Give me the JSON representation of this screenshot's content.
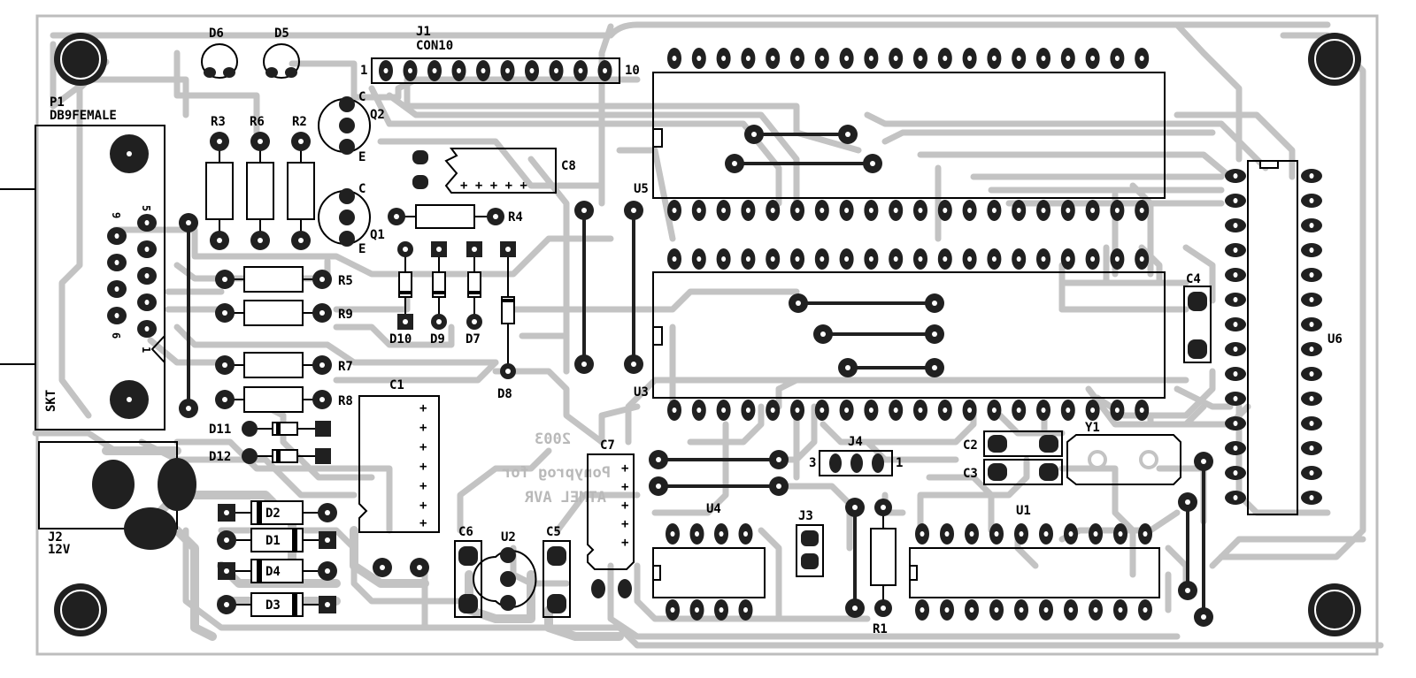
{
  "board": {
    "refdes": {
      "d6": "D6",
      "d5": "D5",
      "j1": "J1",
      "j1_value": "CON10",
      "j1_pin1": "1",
      "j1_pin10": "10",
      "p1": "P1",
      "p1_value": "DB9FEMALE",
      "skt": "SKT",
      "p1_pin5": "5",
      "p1_pin9": "9",
      "p1_pin6": "6",
      "p1_pin1": "1",
      "r3": "R3",
      "r6": "R6",
      "r2": "R2",
      "r4": "R4",
      "r5": "R5",
      "r9": "R9",
      "r7": "R7",
      "r8": "R8",
      "r1": "R1",
      "q2": "Q2",
      "q1": "Q1",
      "q_c": "C",
      "q_e": "E",
      "c8": "C8",
      "c1": "C1",
      "c7": "C7",
      "c6": "C6",
      "c5": "C5",
      "c2": "C2",
      "c3": "C3",
      "c4": "C4",
      "d10": "D10",
      "d9": "D9",
      "d7": "D7",
      "d8": "D8",
      "d11": "D11",
      "d12": "D12",
      "d1": "D1",
      "d2": "D2",
      "d3": "D3",
      "d4": "D4",
      "u1": "U1",
      "u2": "U2",
      "u3": "U3",
      "u4": "U4",
      "u5": "U5",
      "u6": "U6",
      "j2": "J2",
      "j2_value": "12V",
      "j3": "J3",
      "j4": "J4",
      "j4_pin3": "3",
      "j4_pin1": "1",
      "y1": "Y1"
    },
    "mirrored_text": {
      "year": "2003",
      "line1": "Ponyprog for",
      "line2": "ATMEL AVR"
    },
    "colors": {
      "background": "#ffffff",
      "trace": "#c3c3c3",
      "pad": "#202020",
      "outline": "#000000",
      "mirrored_text": "#b9b9b9"
    }
  }
}
